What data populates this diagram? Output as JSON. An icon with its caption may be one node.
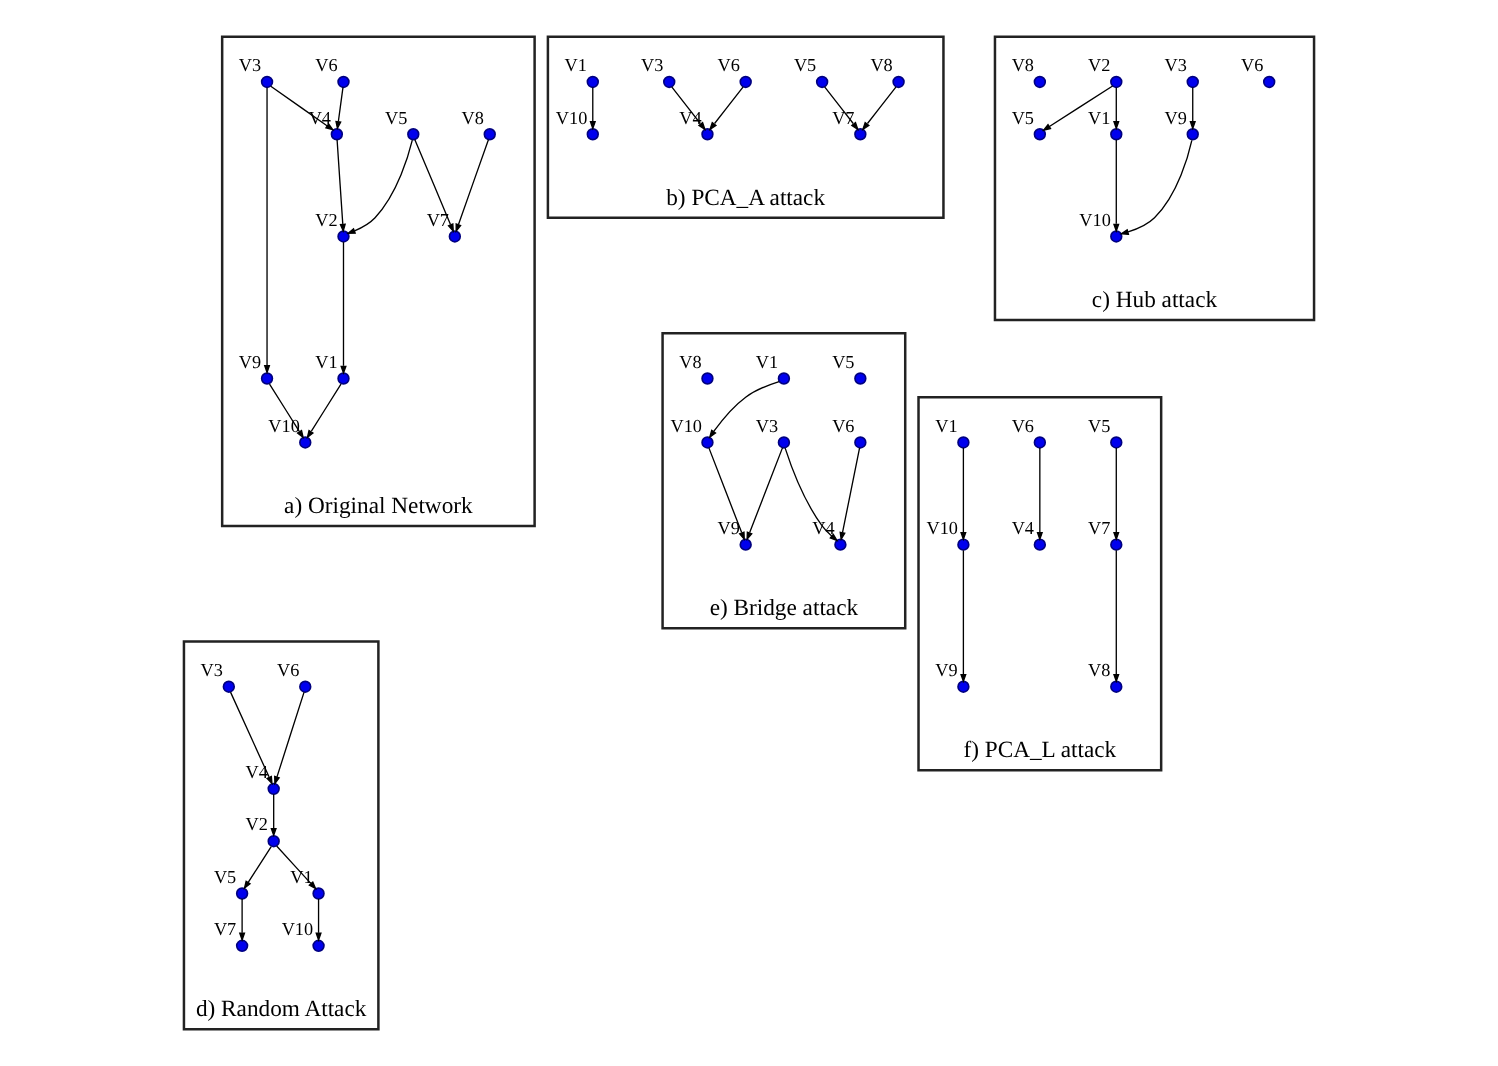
{
  "diagram": {
    "nodes": [
      {
        "text": [
          "a) Original Network"
        ]
      },
      {
        "text": [
          "V7"
        ],
        "in": 0
      },
      {
        "text": [
          "V8"
        ],
        "in": 0
      },
      {
        "text": [
          "V5"
        ],
        "in": 0
      },
      {
        "text": [
          "V2"
        ],
        "in": 0
      },
      {
        "text": [
          "V6"
        ],
        "in": 0
      },
      {
        "text": [
          "V1"
        ],
        "in": 0
      },
      {
        "text": [
          "V4"
        ],
        "in": 0
      },
      {
        "text": [
          "V10"
        ],
        "in": 0
      },
      {
        "text": [
          "V3"
        ],
        "in": 0
      },
      {
        "text": [
          "V9"
        ],
        "in": 0
      },
      {
        "text": [
          "b) PCA_A attack"
        ]
      },
      {
        "text": [
          "V8"
        ],
        "in": 11
      },
      {
        "text": [
          "V7"
        ],
        "in": 11
      },
      {
        "text": [
          "V5"
        ],
        "in": 11
      },
      {
        "text": [
          "V6"
        ],
        "in": 11
      },
      {
        "text": [
          "V4"
        ],
        "in": 11
      },
      {
        "text": [
          "V1"
        ],
        "in": 11
      },
      {
        "text": [
          "V10"
        ],
        "in": 11
      },
      {
        "text": [
          "V3"
        ],
        "in": 11
      },
      {
        "text": [
          "c) Hub attack"
        ]
      },
      {
        "text": [
          "V6"
        ],
        "in": 20
      },
      {
        "text": [
          "V5"
        ],
        "in": 20
      },
      {
        "text": [
          "V3"
        ],
        "in": 20
      },
      {
        "text": [
          "V2"
        ],
        "in": 20
      },
      {
        "text": [
          "V9"
        ],
        "in": 20
      },
      {
        "text": [
          "V1"
        ],
        "in": 20
      },
      {
        "text": [
          "V10"
        ],
        "in": 20
      },
      {
        "text": [
          "V8"
        ],
        "in": 20
      },
      {
        "text": [
          "d) Random Attack"
        ]
      },
      {
        "text": [
          "V6"
        ],
        "in": 29
      },
      {
        "text": [
          "V7"
        ],
        "in": 29
      },
      {
        "text": [
          "V4"
        ],
        "in": 29
      },
      {
        "text": [
          "V5"
        ],
        "in": 29
      },
      {
        "text": [
          "V3"
        ],
        "in": 29
      },
      {
        "text": [
          "V2"
        ],
        "in": 29
      },
      {
        "text": [
          "V1"
        ],
        "in": 29
      },
      {
        "text": [
          "V10"
        ],
        "in": 29
      },
      {
        "text": [
          "e) Bridge attack"
        ]
      },
      {
        "text": [
          "V5"
        ],
        "in": 38
      },
      {
        "text": [
          "V3"
        ],
        "in": 38
      },
      {
        "text": [
          "V9"
        ],
        "in": 38
      },
      {
        "text": [
          "V4"
        ],
        "in": 38
      },
      {
        "text": [
          "V10"
        ],
        "in": 38
      },
      {
        "text": [
          "V6"
        ],
        "in": 38
      },
      {
        "text": [
          "V1"
        ],
        "in": 38
      },
      {
        "text": [
          "V8"
        ],
        "in": 38
      },
      {
        "text": [
          "f) PCA_L attack"
        ]
      },
      {
        "text": [
          "V8"
        ],
        "in": 47
      },
      {
        "text": [
          "V7"
        ],
        "in": 47
      },
      {
        "text": [
          "V4"
        ],
        "in": 47
      },
      {
        "text": [
          "V5"
        ],
        "in": 47
      },
      {
        "text": [
          "V6"
        ],
        "in": 47
      },
      {
        "text": [
          "V1"
        ],
        "in": 47
      },
      {
        "text": [
          "V9"
        ],
        "in": 47
      },
      {
        "text": [
          "V10"
        ],
        "in": 47
      }
    ],
    "edges": [
      {
        "from": 3,
        "to": 1,
        "arrow": "to"
      },
      {
        "from": 2,
        "to": 1,
        "arrow": "to"
      },
      {
        "from": 3,
        "to": 4,
        "arrow": "to"
      },
      {
        "from": 7,
        "to": 4,
        "arrow": "to"
      },
      {
        "from": 4,
        "to": 6,
        "arrow": "to"
      },
      {
        "from": 5,
        "to": 7,
        "arrow": "to"
      },
      {
        "from": 9,
        "to": 7,
        "arrow": "to"
      },
      {
        "from": 9,
        "to": 10,
        "arrow": "to"
      },
      {
        "from": 10,
        "to": 8,
        "arrow": "to"
      },
      {
        "from": 6,
        "to": 8,
        "arrow": "to"
      },
      {
        "from": 14,
        "to": 13,
        "arrow": "to"
      },
      {
        "from": 12,
        "to": 13,
        "arrow": "to"
      },
      {
        "from": 15,
        "to": 16,
        "arrow": "to"
      },
      {
        "from": 19,
        "to": 16,
        "arrow": "to"
      },
      {
        "from": 17,
        "to": 18,
        "arrow": "to"
      },
      {
        "from": 24,
        "to": 22,
        "arrow": "to"
      },
      {
        "from": 24,
        "to": 26,
        "arrow": "to"
      },
      {
        "from": 26,
        "to": 27,
        "arrow": "to"
      },
      {
        "from": 25,
        "to": 27,
        "arrow": "to"
      },
      {
        "from": 23,
        "to": 25,
        "arrow": "to"
      },
      {
        "from": 30,
        "to": 32,
        "arrow": "to"
      },
      {
        "from": 34,
        "to": 32,
        "arrow": "to"
      },
      {
        "from": 32,
        "to": 35,
        "arrow": "to"
      },
      {
        "from": 35,
        "to": 33,
        "arrow": "to"
      },
      {
        "from": 33,
        "to": 31,
        "arrow": "to"
      },
      {
        "from": 35,
        "to": 36,
        "arrow": "to"
      },
      {
        "from": 36,
        "to": 37,
        "arrow": "to"
      },
      {
        "from": 45,
        "to": 43,
        "arrow": "to"
      },
      {
        "from": 43,
        "to": 41,
        "arrow": "to"
      },
      {
        "from": 40,
        "to": 41,
        "arrow": "to"
      },
      {
        "from": 40,
        "to": 42,
        "arrow": "to"
      },
      {
        "from": 44,
        "to": 42,
        "arrow": "to"
      },
      {
        "from": 49,
        "to": 48,
        "arrow": "to"
      },
      {
        "from": 51,
        "to": 49,
        "arrow": "to"
      },
      {
        "from": 52,
        "to": 50,
        "arrow": "to"
      },
      {
        "from": 55,
        "to": 54,
        "arrow": "to"
      },
      {
        "from": 53,
        "to": 55,
        "arrow": "to"
      }
    ]
  }
}
